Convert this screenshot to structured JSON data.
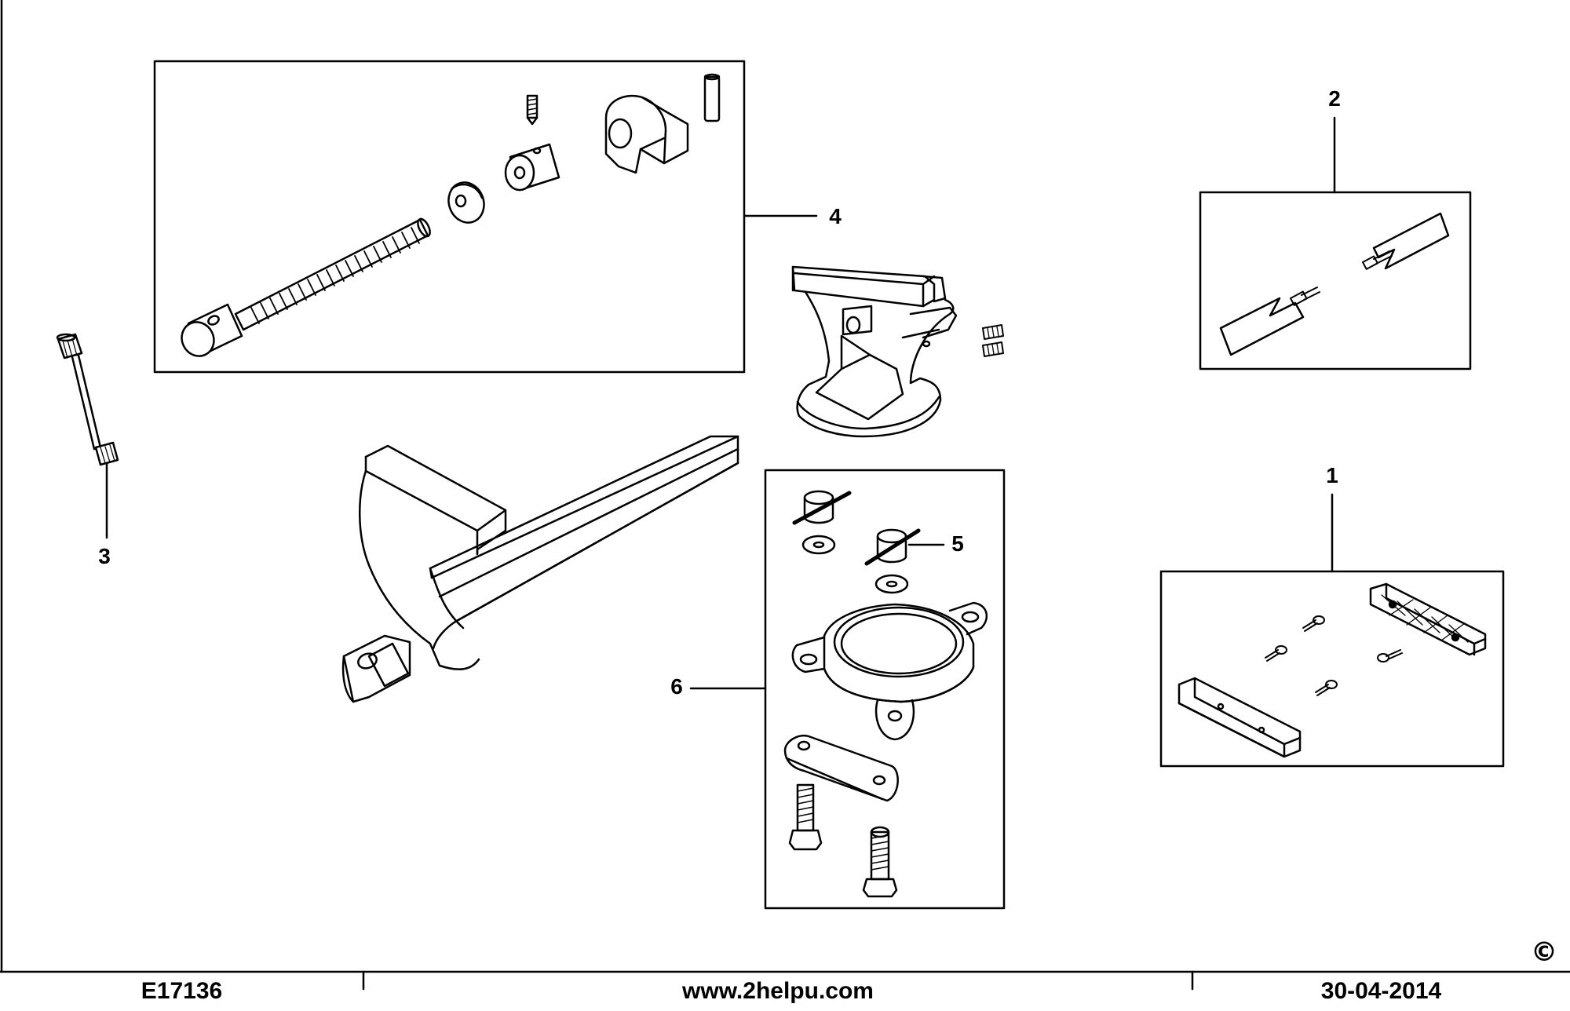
{
  "callouts": {
    "c1": "1",
    "c2": "2",
    "c3": "3",
    "c4": "4",
    "c5": "5",
    "c6": "6"
  },
  "footer": {
    "drawing_number": "E17136",
    "website": "www.2helpu.com",
    "date": "30-04-2014"
  },
  "copyright_symbol": "©",
  "colors": {
    "line": "#000000",
    "background": "#ffffff"
  }
}
